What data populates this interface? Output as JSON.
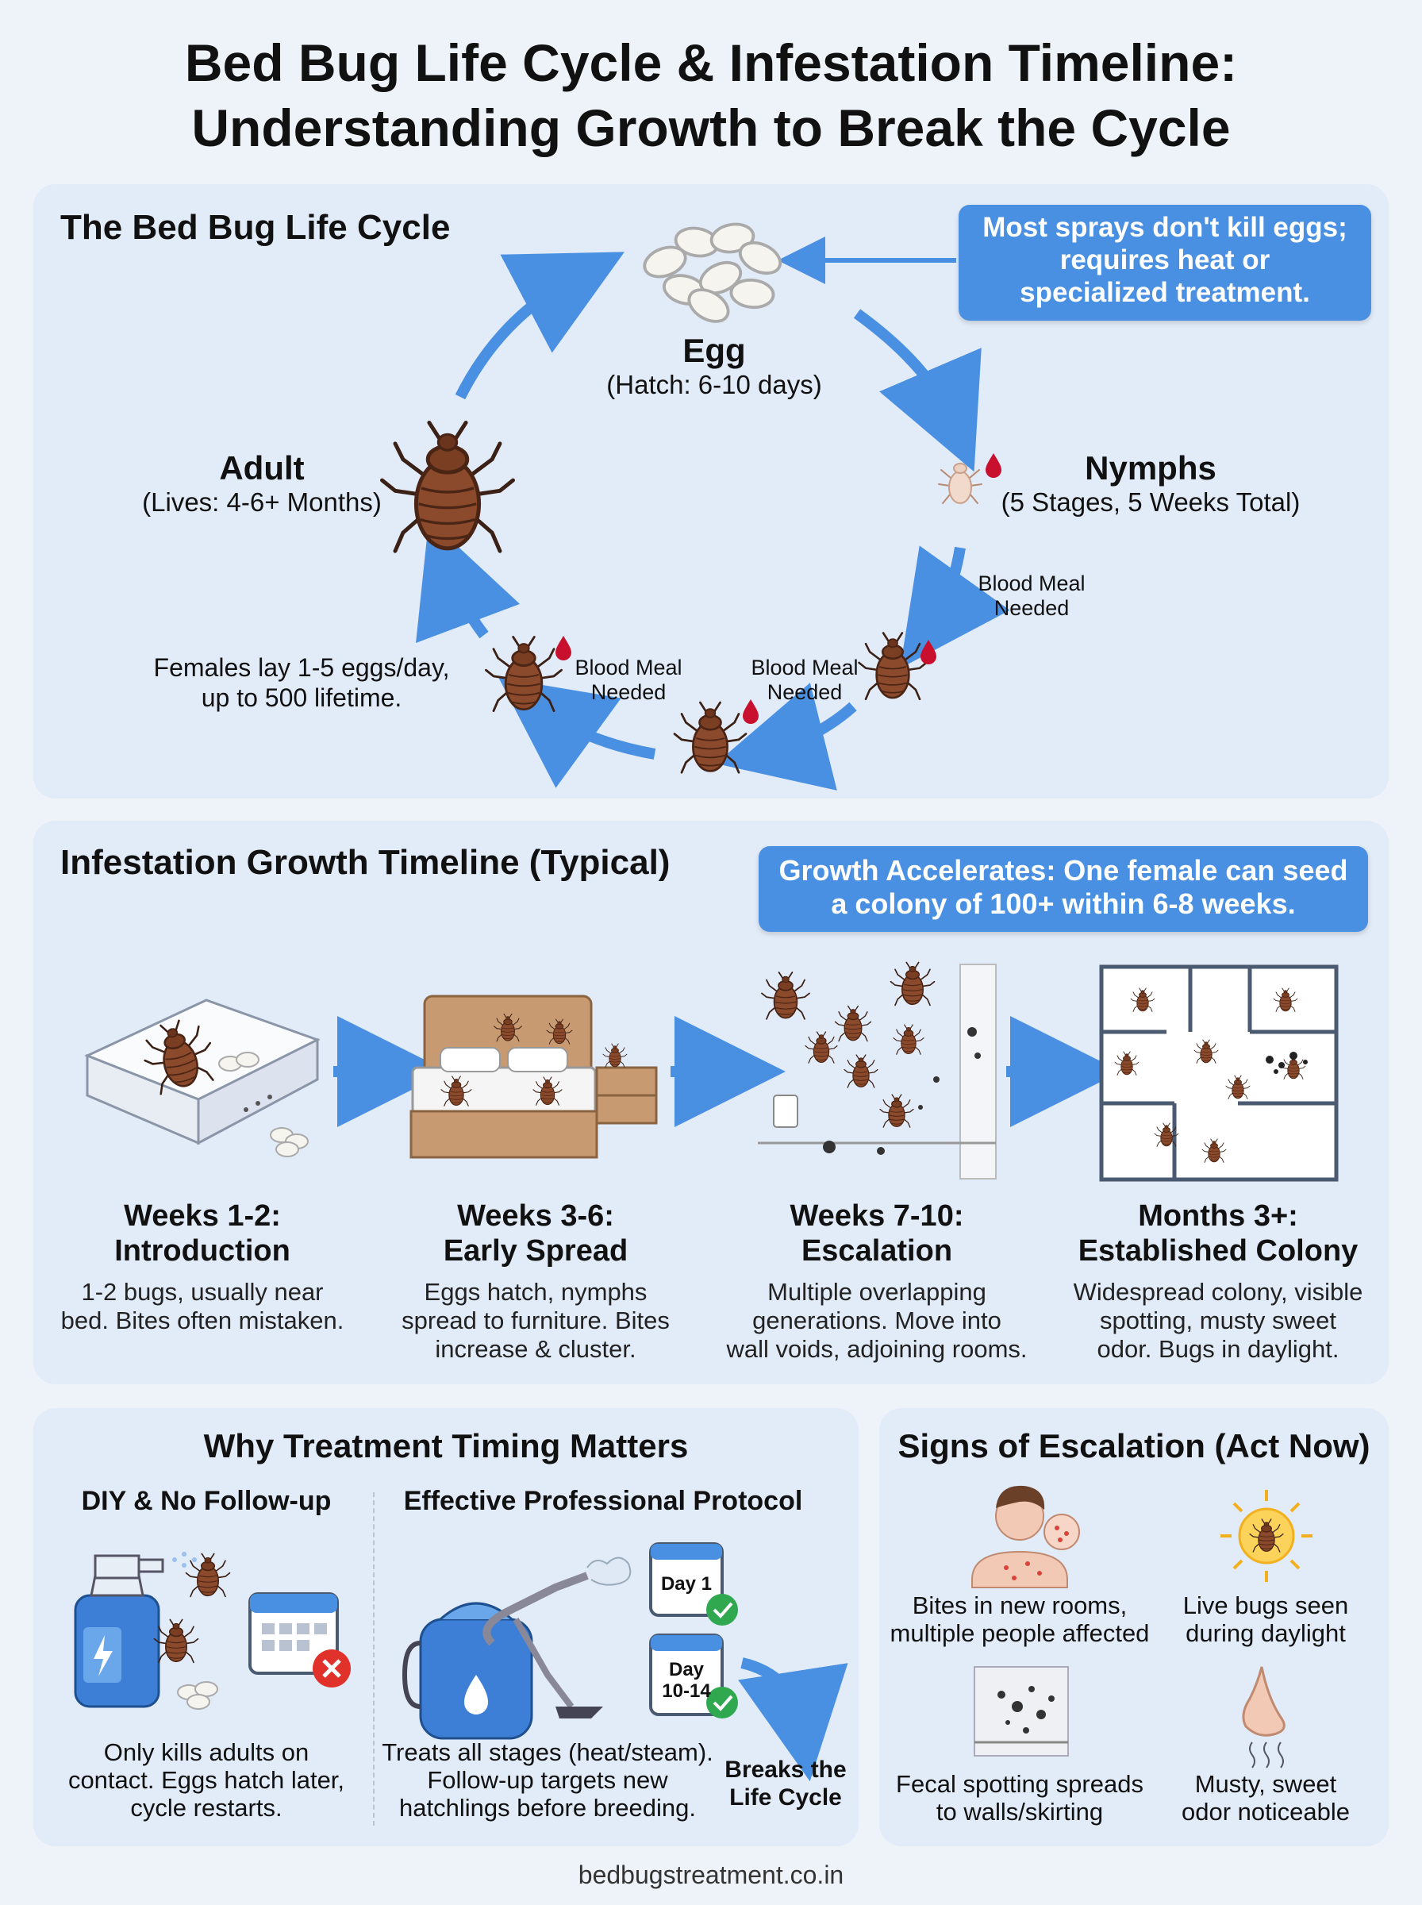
{
  "title_line1": "Bed Bug Life Cycle & Infestation Timeline:",
  "title_line2": "Understanding Growth to Break the Cycle",
  "lifecycle": {
    "heading": "The Bed Bug Life Cycle",
    "callout": [
      "Most sprays don't kill eggs;",
      "requires heat or",
      "specialized treatment."
    ],
    "egg_label": "Egg",
    "egg_sub": "(Hatch: 6-10 days)",
    "nymphs_label": "Nymphs",
    "nymphs_sub": "(5 Stages, 5 Weeks Total)",
    "adult_label": "Adult",
    "adult_sub": "(Lives: 4-6+ Months)",
    "females_note": [
      "Females lay 1-5 eggs/day,",
      "up to 500 lifetime."
    ],
    "blood_meal_lines": [
      "Blood Meal",
      "Needed"
    ]
  },
  "timeline": {
    "heading": "Infestation Growth Timeline (Typical)",
    "callout": [
      "Growth Accelerates: One female can seed",
      "a colony of 100+ within 6-8 weeks."
    ],
    "stages": [
      {
        "h1": "Weeks 1-2:",
        "h2": "Introduction",
        "d": [
          "1-2 bugs, usually near",
          "bed. Bites often mistaken."
        ]
      },
      {
        "h1": "Weeks 3-6:",
        "h2": "Early Spread",
        "d": [
          "Eggs hatch, nymphs",
          "spread to furniture. Bites",
          "increase & cluster."
        ]
      },
      {
        "h1": "Weeks 7-10:",
        "h2": "Escalation",
        "d": [
          "Multiple overlapping",
          "generations. Move into",
          "wall voids, adjoining rooms."
        ]
      },
      {
        "h1": "Months 3+:",
        "h2": "Established Colony",
        "d": [
          "Widespread colony, visible",
          "spotting, musty sweet",
          "odor. Bugs in daylight."
        ]
      }
    ]
  },
  "timing": {
    "heading": "Why Treatment Timing Matters",
    "diy_title": "DIY & No Follow-up",
    "diy_text": [
      "Only kills adults on",
      "contact. Eggs hatch later,",
      "cycle restarts."
    ],
    "pro_title": "Effective Professional Protocol",
    "pro_text": [
      "Treats all stages (heat/steam).",
      "Follow-up targets new",
      "hatchlings before breeding."
    ],
    "day1": "Day 1",
    "day2_a": "Day",
    "day2_b": "10-14",
    "breaks": [
      "Breaks the",
      "Life Cycle"
    ]
  },
  "signs": {
    "heading": "Signs of Escalation (Act Now)",
    "items": [
      {
        "t": [
          "Bites in new rooms,",
          "multiple people affected"
        ]
      },
      {
        "t": [
          "Live bugs seen",
          "during daylight"
        ]
      },
      {
        "t": [
          "Fecal spotting spreads",
          "to walls/skirting"
        ]
      },
      {
        "t": [
          "Musty, sweet",
          "odor noticeable"
        ]
      }
    ]
  },
  "footer": "bedbugstreatment.co.in",
  "colors": {
    "accent": "#4a90e2",
    "panel": "#e2ebf8",
    "bug": "#8b4a2b",
    "blood": "#c8102e"
  }
}
